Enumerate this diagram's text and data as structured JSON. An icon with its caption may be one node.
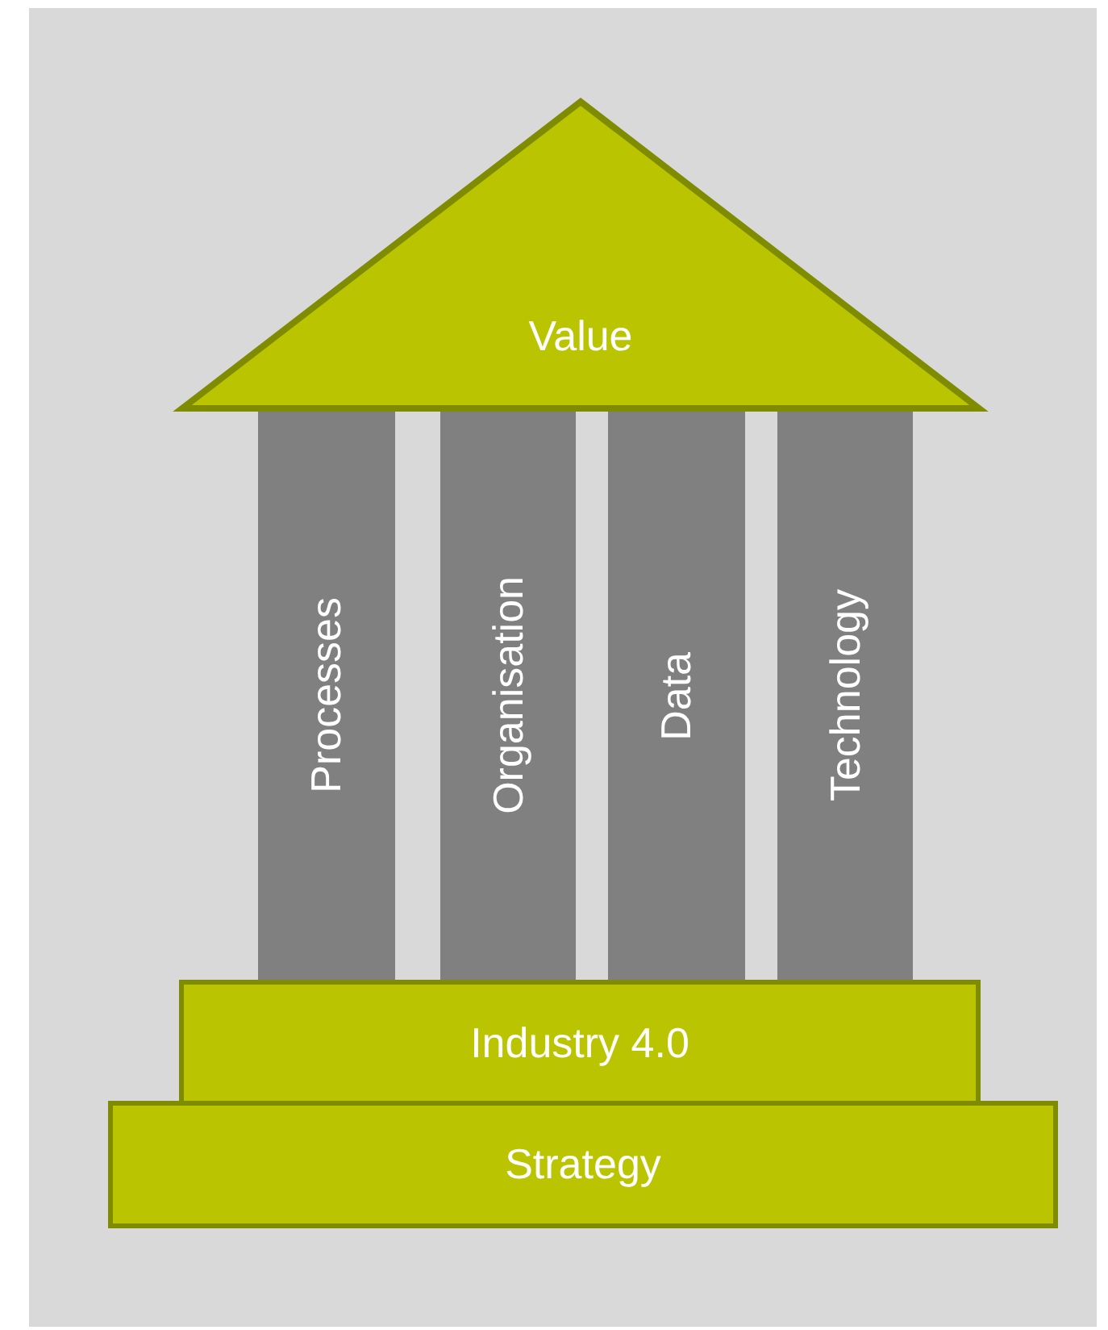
{
  "diagram": {
    "nodes": [
      {
        "text": [
          "Value"
        ]
      },
      {
        "text": [
          "Processes"
        ]
      },
      {
        "text": [
          "Organisation"
        ]
      },
      {
        "text": [
          "Data"
        ]
      },
      {
        "text": [
          "Technology"
        ]
      },
      {
        "text": [
          "Industry 4.0"
        ]
      },
      {
        "text": [
          "Strategy"
        ]
      }
    ]
  }
}
